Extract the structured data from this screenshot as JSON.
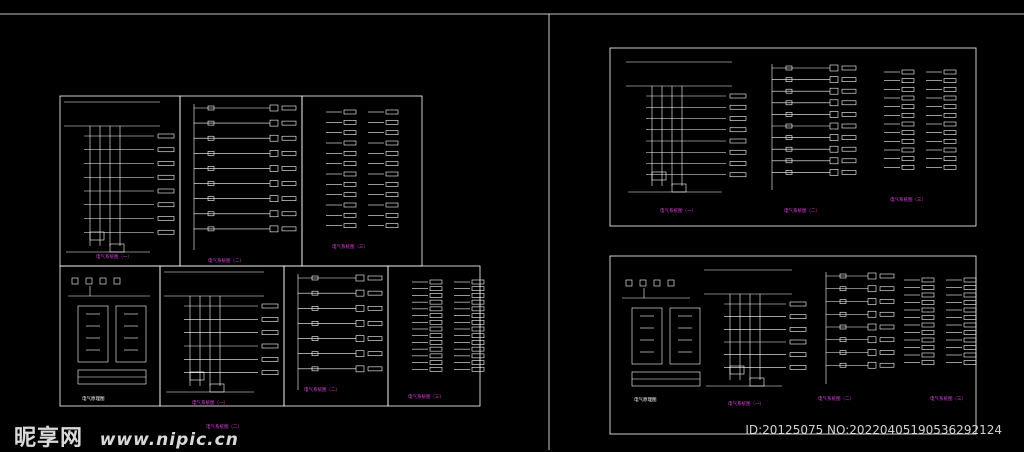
{
  "watermark": {
    "logo": "昵享网",
    "url": "www.nipic.cn",
    "id_text": "ID:20125075 NO:20220405190536292124"
  },
  "colors": {
    "background": "#000000",
    "line": "#ffffff",
    "caption": "#e040e0"
  },
  "sheets_left": {
    "captions": [
      "电气系统图（一）",
      "电气系统图（二）",
      "电气系统图（三）",
      "电气系统图（一）",
      "电气系统图（二）",
      "电气系统图（三）",
      "电气系统图（二）"
    ],
    "panel_caption": "电气原理图"
  },
  "sheets_right": {
    "captions": [
      "电气系统图（一）",
      "电气系统图（二）",
      "电气系统图（三）",
      "电气原理图",
      "电气系统图（一）",
      "电气系统图（二）",
      "电气系统图（三）"
    ]
  }
}
